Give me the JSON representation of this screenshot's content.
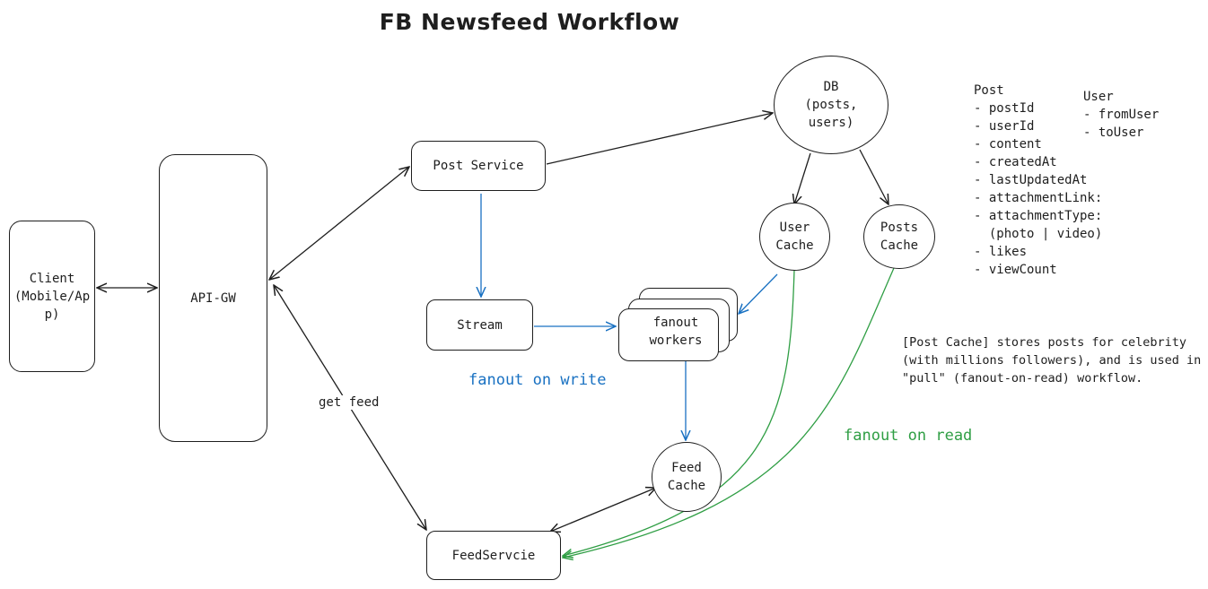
{
  "title": "FB Newsfeed Workflow",
  "nodes": {
    "client": "Client\n(Mobile/Ap\np)",
    "api_gw": "API-GW",
    "post_service": "Post Service",
    "stream": "Stream",
    "fanout_workers": "fanout\nworkers",
    "db": "DB\n(posts,\nusers)",
    "user_cache": "User\nCache",
    "posts_cache": "Posts\nCache",
    "feed_cache": "Feed\nCache",
    "feed_service": "FeedServcie"
  },
  "labels": {
    "get_feed": "get feed",
    "fanout_on_write": "fanout on write",
    "fanout_on_read": "fanout on read"
  },
  "schema": {
    "post": "Post\n- postId\n- userId\n- content\n- createdAt\n- lastUpdatedAt\n- attachmentLink:\n- attachmentType:\n  (photo | video)\n- likes\n- viewCount",
    "user": "User\n- fromUser\n- toUser"
  },
  "note": "[Post Cache] stores posts for celebrity\n(with millions followers), and is used in the\n\"pull\" (fanout-on-read) workflow.",
  "colors": {
    "ink": "#1e1e1e",
    "write_path": "#1971c2",
    "read_path": "#2f9e44"
  }
}
